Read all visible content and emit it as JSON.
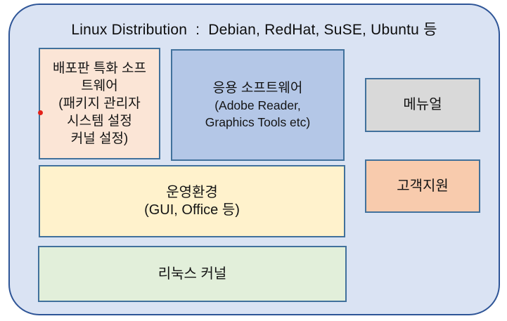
{
  "title": "Linux Distribution  :  Debian, RedHat, SuSE, Ubuntu 등",
  "boxes": {
    "distro_software": {
      "lines": [
        "배포판 특화 소프",
        "트웨어",
        "(패키지 관리자",
        "시스템 설정",
        "커널 설정)"
      ],
      "fill": "#fbe5d6"
    },
    "application_software": {
      "lines": [
        "응용 소프트웨어",
        "(Adobe Reader,",
        "Graphics Tools etc)"
      ],
      "fill": "#b4c7e7"
    },
    "manual": {
      "label": "메뉴얼",
      "fill": "#d9d9d9"
    },
    "customer_support": {
      "label": "고객지원",
      "fill": "#f8cbad"
    },
    "operating_environment": {
      "lines": [
        "운영환경",
        "(GUI, Office 등)"
      ],
      "fill": "#fff2cc"
    },
    "linux_kernel": {
      "label": "리눅스 커널",
      "fill": "#e2efda"
    }
  },
  "colors": {
    "page_background": "#ffffff",
    "container_fill": "#dae3f3",
    "container_border": "#2e5597",
    "box_border": "#41719c",
    "text": "#111111",
    "red_dot": "#e32119"
  }
}
